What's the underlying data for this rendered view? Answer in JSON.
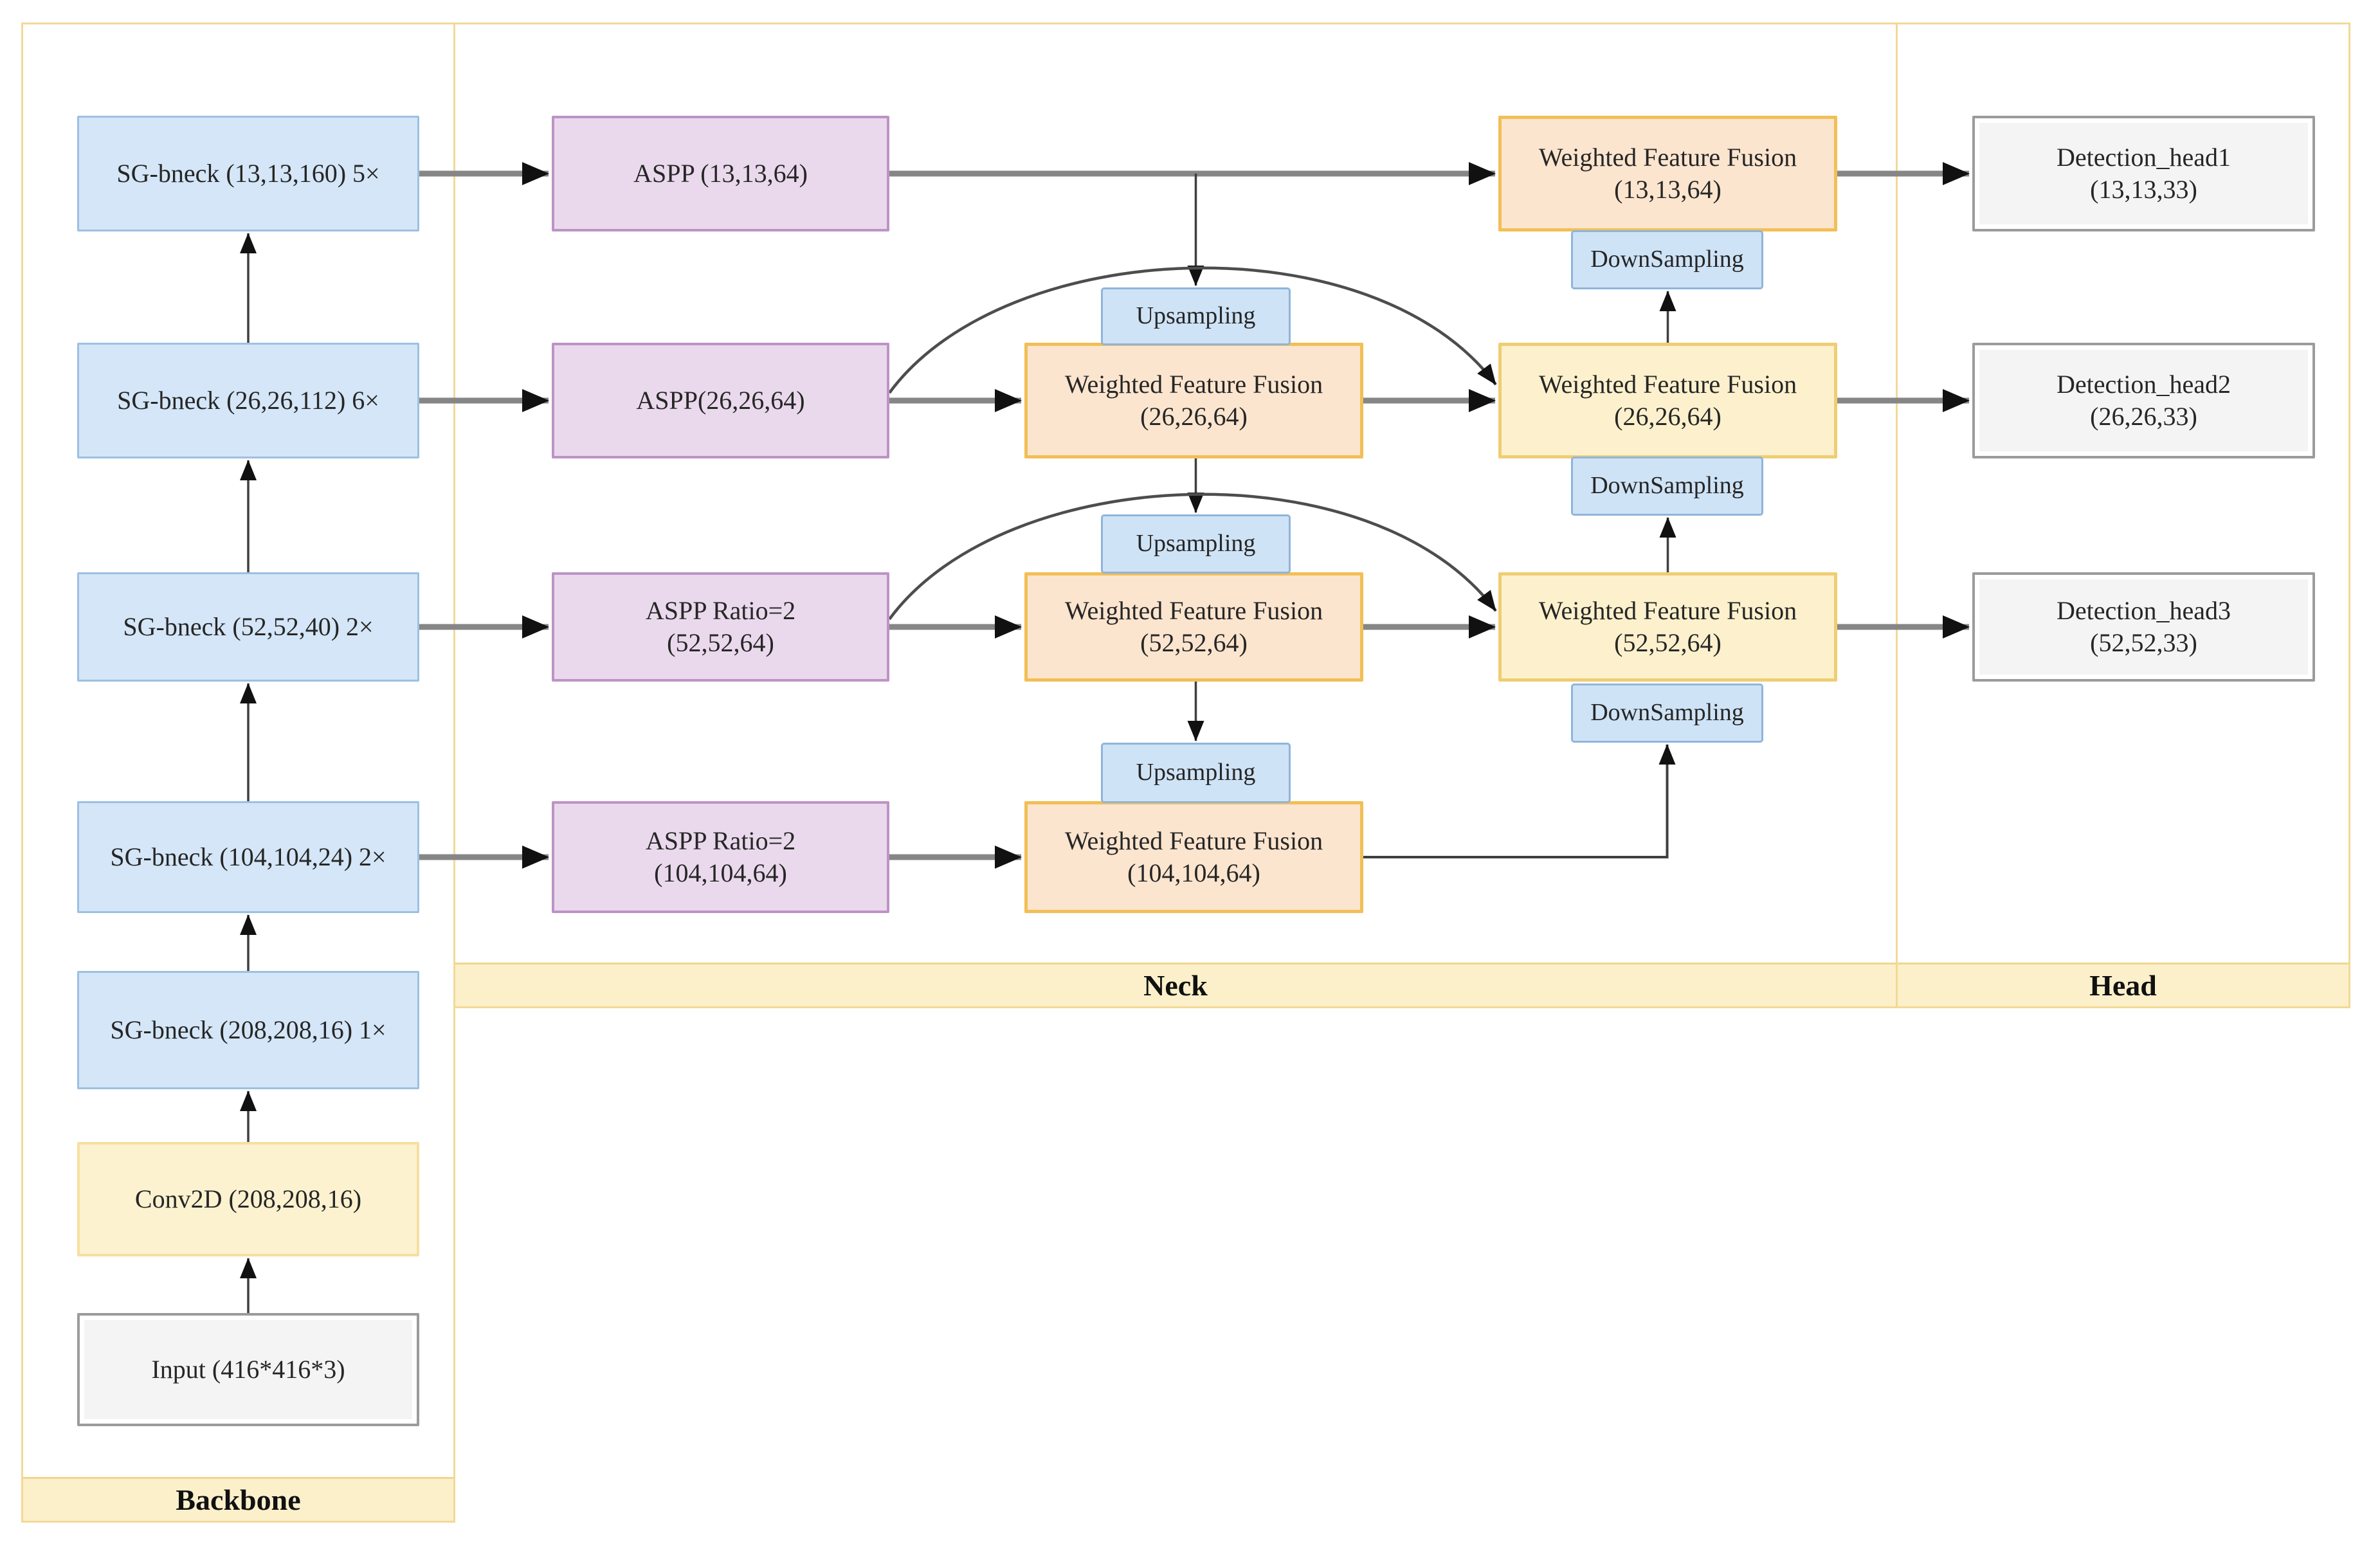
{
  "diagram_title": "",
  "regions": [
    {
      "id": "backbone",
      "label": "Backbone"
    },
    {
      "id": "neck",
      "label": "Neck"
    },
    {
      "id": "head",
      "label": "Head"
    }
  ],
  "palette": {
    "blue_fill": "#d4e6f7",
    "blue_border": "#9dc0e2",
    "smallblue_fill": "#cfe3f6",
    "smallblue_border": "#8fb5da",
    "purple_fill": "#ead9ec",
    "purple_border": "#bd93c6",
    "orange_fill": "#fce5cf",
    "orange_border": "#f2bf55",
    "yellow_fill": "#fdf1cd",
    "yellow_border": "#f0cd74",
    "conv_fill": "#fdf2cf",
    "conv_border": "#f6dfa0",
    "gray_fill": "#f4f4f4",
    "gray_border": "#9b9b9b",
    "frame_border": "#f3d996",
    "band_fill": "#fcf0cb",
    "thick_arrow": "#868686",
    "thin_arrow": "#3f3f3f",
    "arc_arrow": "#4d4d4d",
    "arrowhead": "#111111",
    "text": "#262626"
  },
  "nodes": [
    {
      "id": "sg13",
      "type": "sg",
      "lines": [
        "SG-bneck (13,13,160) 5×"
      ]
    },
    {
      "id": "sg26",
      "type": "sg",
      "lines": [
        "SG-bneck (26,26,112) 6×"
      ]
    },
    {
      "id": "sg52",
      "type": "sg",
      "lines": [
        "SG-bneck (52,52,40) 2×"
      ]
    },
    {
      "id": "sg104",
      "type": "sg",
      "lines": [
        "SG-bneck (104,104,24) 2×"
      ]
    },
    {
      "id": "sg208",
      "type": "sg",
      "lines": [
        "SG-bneck (208,208,16) 1×"
      ]
    },
    {
      "id": "conv",
      "type": "convy",
      "lines": [
        "Conv2D (208,208,16)"
      ]
    },
    {
      "id": "input",
      "type": "gray",
      "lines": [
        "Input (416*416*3)"
      ]
    },
    {
      "id": "aspp13",
      "type": "aspp",
      "lines": [
        "ASPP (13,13,64)"
      ]
    },
    {
      "id": "aspp26",
      "type": "aspp",
      "lines": [
        "ASPP(26,26,64)"
      ]
    },
    {
      "id": "aspp52",
      "type": "aspp",
      "lines": [
        "ASPP Ratio=2",
        "(52,52,64)"
      ]
    },
    {
      "id": "aspp104",
      "type": "aspp",
      "lines": [
        "ASPP Ratio=2",
        "(104,104,64)"
      ]
    },
    {
      "id": "wffm26",
      "type": "wffo",
      "lines": [
        "Weighted Feature Fusion",
        "(26,26,64)"
      ]
    },
    {
      "id": "wffm52",
      "type": "wffo",
      "lines": [
        "Weighted Feature Fusion",
        "(52,52,64)"
      ]
    },
    {
      "id": "wffm104",
      "type": "wffo",
      "lines": [
        "Weighted Feature Fusion",
        "(104,104,64)"
      ]
    },
    {
      "id": "wffr13",
      "type": "wffo",
      "lines": [
        "Weighted Feature Fusion",
        "(13,13,64)"
      ]
    },
    {
      "id": "wffr26",
      "type": "wffy",
      "lines": [
        "Weighted Feature Fusion",
        "(26,26,64)"
      ]
    },
    {
      "id": "wffr52",
      "type": "wffy",
      "lines": [
        "Weighted Feature Fusion",
        "(52,52,64)"
      ]
    },
    {
      "id": "head1",
      "type": "gray",
      "lines": [
        "Detection_head1",
        "(13,13,33)"
      ]
    },
    {
      "id": "head2",
      "type": "gray",
      "lines": [
        "Detection_head2",
        "(26,26,33)"
      ]
    },
    {
      "id": "head3",
      "type": "gray",
      "lines": [
        "Detection_head3",
        "(52,52,33)"
      ]
    },
    {
      "id": "up1",
      "type": "blues",
      "lines": [
        "Upsampling"
      ]
    },
    {
      "id": "up2",
      "type": "blues",
      "lines": [
        "Upsampling"
      ]
    },
    {
      "id": "up3",
      "type": "blues",
      "lines": [
        "Upsampling"
      ]
    },
    {
      "id": "ds1",
      "type": "blues",
      "lines": [
        "DownSampling"
      ]
    },
    {
      "id": "ds2",
      "type": "blues",
      "lines": [
        "DownSampling"
      ]
    },
    {
      "id": "ds3",
      "type": "blues",
      "lines": [
        "DownSampling"
      ]
    }
  ],
  "edges": [
    {
      "from": "input",
      "to": "conv",
      "style": "thin-up"
    },
    {
      "from": "conv",
      "to": "sg208",
      "style": "thin-up"
    },
    {
      "from": "sg208",
      "to": "sg104",
      "style": "thin-up"
    },
    {
      "from": "sg104",
      "to": "sg52",
      "style": "thin-up"
    },
    {
      "from": "sg52",
      "to": "sg26",
      "style": "thin-up"
    },
    {
      "from": "sg26",
      "to": "sg13",
      "style": "thin-up"
    },
    {
      "from": "sg13",
      "to": "aspp13",
      "style": "thick"
    },
    {
      "from": "sg26",
      "to": "aspp26",
      "style": "thick"
    },
    {
      "from": "sg52",
      "to": "aspp52",
      "style": "thick"
    },
    {
      "from": "sg104",
      "to": "aspp104",
      "style": "thick"
    },
    {
      "from": "aspp13",
      "to": "wffr13",
      "style": "thick"
    },
    {
      "from": "aspp13",
      "to": "up1",
      "style": "branch-down"
    },
    {
      "from": "aspp26",
      "to": "wffm26",
      "style": "thick"
    },
    {
      "from": "aspp52",
      "to": "wffm52",
      "style": "thick"
    },
    {
      "from": "aspp104",
      "to": "wffm104",
      "style": "thick"
    },
    {
      "from": "wffm26",
      "to": "wffr26",
      "style": "thick"
    },
    {
      "from": "wffm52",
      "to": "wffr52",
      "style": "thick"
    },
    {
      "from": "wffm26",
      "to": "up2",
      "style": "thin-down"
    },
    {
      "from": "wffm52",
      "to": "up3",
      "style": "thin-down"
    },
    {
      "from": "wffr26",
      "to": "ds1",
      "style": "thin-up"
    },
    {
      "from": "wffr52",
      "to": "ds2",
      "style": "thin-up"
    },
    {
      "from": "wffm104",
      "to": "ds3",
      "style": "elbow"
    },
    {
      "from": "aspp26",
      "to": "wffr26",
      "style": "arc"
    },
    {
      "from": "aspp52",
      "to": "wffr52",
      "style": "arc"
    },
    {
      "from": "wffr13",
      "to": "head1",
      "style": "thick"
    },
    {
      "from": "wffr26",
      "to": "head2",
      "style": "thick"
    },
    {
      "from": "wffr52",
      "to": "head3",
      "style": "thick"
    }
  ]
}
